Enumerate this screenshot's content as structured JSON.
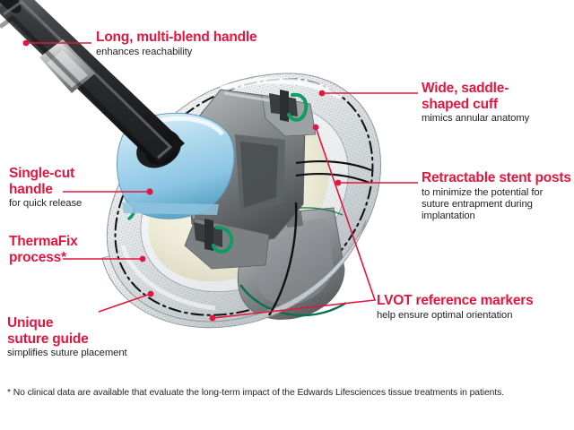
{
  "page": {
    "title": "Edwards tissue valve with holder and handle — annotated features",
    "background_color": "#ffffff",
    "accent_color": "#e1173f",
    "text_color": "#231f20"
  },
  "device": {
    "name": "heart-valve-with-holder-and-handle",
    "parts": [
      {
        "name": "delivery-handle-shaft",
        "color": "#3a3a3c"
      },
      {
        "name": "handle-silver-ring",
        "color": "#c9cacb"
      },
      {
        "name": "blue-holder-body",
        "color": "#addbef"
      },
      {
        "name": "gray-holder-frame",
        "color": "#7e8487"
      },
      {
        "name": "white-fabric-sewing-cuff",
        "color": "#eceff0"
      },
      {
        "name": "green-suture-thread",
        "color": "#0f8a5f"
      },
      {
        "name": "black-dashed-marker-line",
        "color": "#111111"
      },
      {
        "name": "cream-tissue-leaflet",
        "color": "#efeedb"
      }
    ]
  },
  "callouts": [
    {
      "id": "long-multi-blend-handle",
      "heading": "Long, multi-blend handle",
      "subtext": "enhances reachability"
    },
    {
      "id": "wide-saddle-shaped-cuff",
      "heading": "Wide, saddle-\nshaped cuff",
      "subtext": "mimics annular anatomy"
    },
    {
      "id": "single-cut-handle",
      "heading": "Single-cut\nhandle",
      "subtext": "for quick release"
    },
    {
      "id": "retractable-stent-posts",
      "heading": "Retractable stent posts",
      "subtext": "to minimize the potential for\nsuture entrapment during\nimplantation"
    },
    {
      "id": "thermafix-process",
      "heading": "ThermaFix\nprocess*",
      "subtext": ""
    },
    {
      "id": "lvot-reference-markers",
      "heading": "LVOT reference markers",
      "subtext": "help ensure optimal orientation"
    },
    {
      "id": "unique-suture-guide",
      "heading": "Unique\nsuture guide",
      "subtext": "simplifies suture placement"
    }
  ],
  "footnote": {
    "text": "* No clinical data are available that evaluate the long-term impact of the Edwards Lifesciences tissue treatments in patients."
  }
}
